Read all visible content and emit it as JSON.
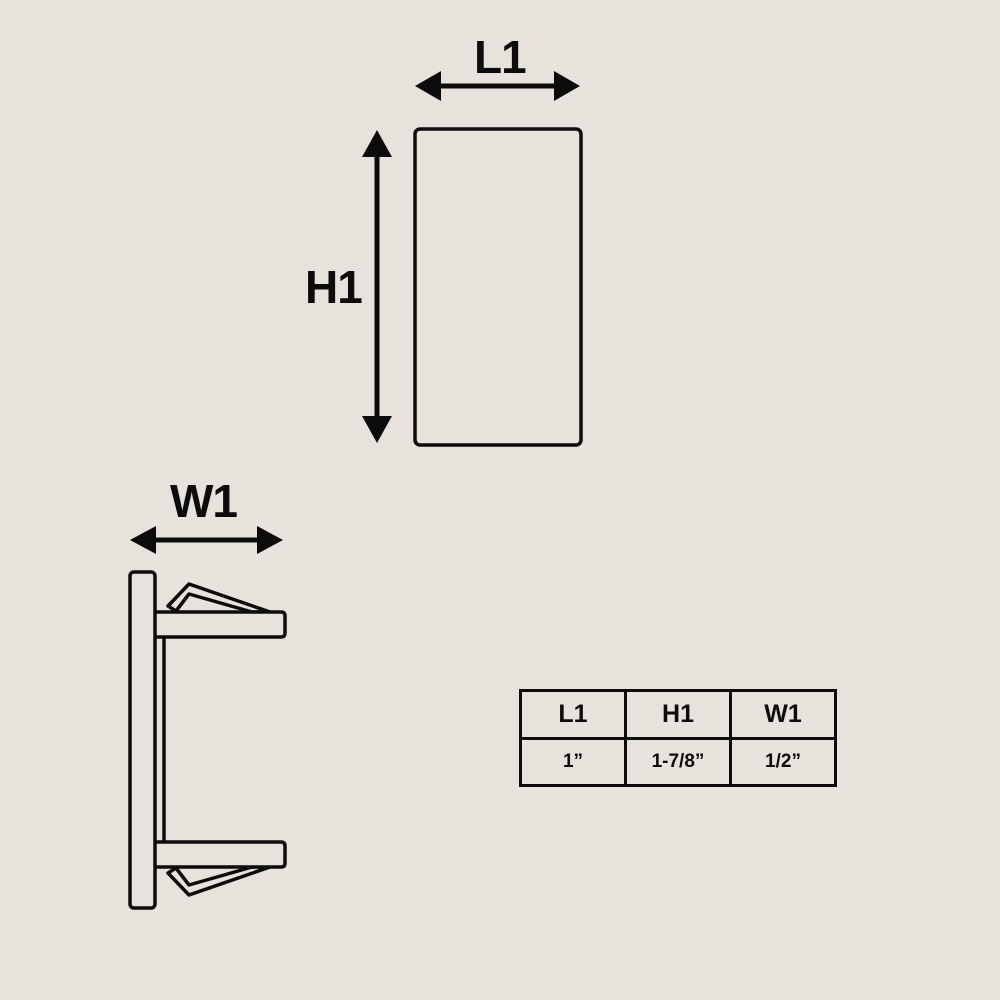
{
  "colors": {
    "background": "#e7e2dc",
    "ink": "#0c0c0c"
  },
  "front_view": {
    "length_label": "L1",
    "height_label": "H1"
  },
  "side_view": {
    "width_label": "W1"
  },
  "spec_table": {
    "headers": [
      "L1",
      "H1",
      "W1"
    ],
    "rows": [
      [
        "1”",
        "1-7/8”",
        "1/2”"
      ]
    ]
  }
}
